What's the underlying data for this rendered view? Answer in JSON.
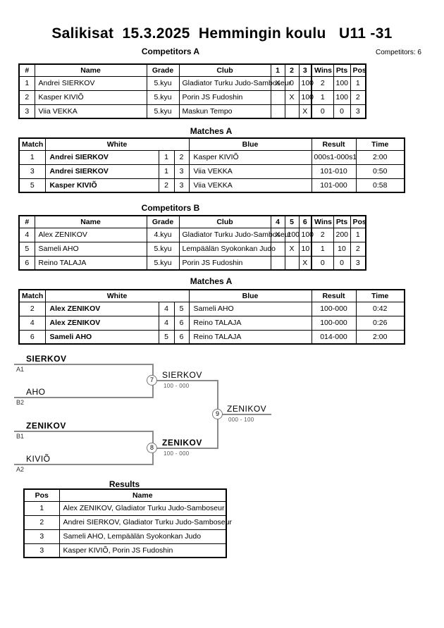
{
  "header": {
    "title": "Salikisat  15.3.2025  Hemmingin koulu   U11 -31",
    "competitors_count": "Competitors: 6"
  },
  "competitors_a": {
    "title": "Competitors A",
    "headers": {
      "num": "#",
      "name": "Name",
      "grade": "Grade",
      "club": "Club",
      "m1": "1",
      "m2": "2",
      "m3": "3",
      "wins": "Wins",
      "pts": "Pts",
      "pos": "Pos"
    },
    "rows": [
      {
        "num": "1",
        "name": "Andrei SIERKOV",
        "grade": "5.kyu",
        "club": "Gladiator Turku Judo-Samboseur",
        "m1": "X",
        "m2": "0",
        "m3": "100",
        "wins": "2",
        "pts": "100",
        "pos": "1"
      },
      {
        "num": "2",
        "name": "Kasper KIVIÕ",
        "grade": "5.kyu",
        "club": "Porin JS Fudoshin",
        "m1": "",
        "m2": "X",
        "m3": "100",
        "wins": "1",
        "pts": "100",
        "pos": "2"
      },
      {
        "num": "3",
        "name": "Viia VEKKA",
        "grade": "5.kyu",
        "club": "Maskun Tempo",
        "m1": "",
        "m2": "",
        "m3": "X",
        "wins": "0",
        "pts": "0",
        "pos": "3"
      }
    ]
  },
  "matches_a": {
    "title": "Matches A",
    "headers": {
      "match": "Match",
      "white": "White",
      "blue": "Blue",
      "result": "Result",
      "time": "Time"
    },
    "rows": [
      {
        "match": "1",
        "white": "Andrei SIERKOV",
        "white_num": "1",
        "blue_num": "2",
        "blue": "Kasper KIVIÕ",
        "result": "000s1-000s1",
        "time": "2:00"
      },
      {
        "match": "3",
        "white": "Andrei SIERKOV",
        "white_num": "1",
        "blue_num": "3",
        "blue": "Viia VEKKA",
        "result": "101-010",
        "time": "0:50"
      },
      {
        "match": "5",
        "white": "Kasper KIVIÕ",
        "white_num": "2",
        "blue_num": "3",
        "blue": "Viia VEKKA",
        "result": "101-000",
        "time": "0:58"
      }
    ]
  },
  "competitors_b": {
    "title": "Competitors B",
    "headers": {
      "num": "#",
      "name": "Name",
      "grade": "Grade",
      "club": "Club",
      "m1": "4",
      "m2": "5",
      "m3": "6",
      "wins": "Wins",
      "pts": "Pts",
      "pos": "Pos"
    },
    "rows": [
      {
        "num": "4",
        "name": "Alex ZENIKOV",
        "grade": "4.kyu",
        "club": "Gladiator Turku Judo-Samboseur",
        "m1": "X",
        "m2": "100",
        "m3": "100",
        "wins": "2",
        "pts": "200",
        "pos": "1"
      },
      {
        "num": "5",
        "name": "Sameli AHO",
        "grade": "5.kyu",
        "club": "Lempäälän Syokonkan Judo",
        "m1": "",
        "m2": "X",
        "m3": "10",
        "wins": "1",
        "pts": "10",
        "pos": "2"
      },
      {
        "num": "6",
        "name": "Reino TALAJA",
        "grade": "5.kyu",
        "club": "Porin JS Fudoshin",
        "m1": "",
        "m2": "",
        "m3": "X",
        "wins": "0",
        "pts": "0",
        "pos": "3"
      }
    ]
  },
  "matches_b": {
    "title": "Matches A",
    "headers": {
      "match": "Match",
      "white": "White",
      "blue": "Blue",
      "result": "Result",
      "time": "Time"
    },
    "rows": [
      {
        "match": "2",
        "white": "Alex ZENIKOV",
        "white_num": "4",
        "blue_num": "5",
        "blue": "Sameli AHO",
        "result": "100-000",
        "time": "0:42"
      },
      {
        "match": "4",
        "white": "Alex ZENIKOV",
        "white_num": "4",
        "blue_num": "6",
        "blue": "Reino TALAJA",
        "result": "100-000",
        "time": "0:26"
      },
      {
        "match": "6",
        "white": "Sameli AHO",
        "white_num": "5",
        "blue_num": "6",
        "blue": "Reino TALAJA",
        "result": "014-000",
        "time": "2:00"
      }
    ]
  },
  "bracket": {
    "semi1": {
      "top_name": "SIERKOV",
      "top_seed": "A1",
      "bottom_name": "AHO",
      "bottom_seed": "B2",
      "match_no": "7",
      "winner": "SIERKOV",
      "score": "100 - 000"
    },
    "semi2": {
      "top_name": "ZENIKOV",
      "top_seed": "B1",
      "bottom_name": "KIVIÕ",
      "bottom_seed": "A2",
      "match_no": "8",
      "winner": "ZENIKOV",
      "score": "100 - 000"
    },
    "final": {
      "match_no": "9",
      "winner": "ZENIKOV",
      "score": "000 - 100"
    }
  },
  "results": {
    "title": "Results",
    "headers": {
      "pos": "Pos",
      "name": "Name"
    },
    "rows": [
      {
        "pos": "1",
        "name": "Alex ZENIKOV, Gladiator Turku Judo-Samboseur"
      },
      {
        "pos": "2",
        "name": "Andrei SIERKOV, Gladiator Turku Judo-Samboseur"
      },
      {
        "pos": "3",
        "name": "Sameli AHO, Lempäälän Syokonkan Judo"
      },
      {
        "pos": "3",
        "name": "Kasper KIVIÕ, Porin JS Fudoshin"
      }
    ]
  }
}
